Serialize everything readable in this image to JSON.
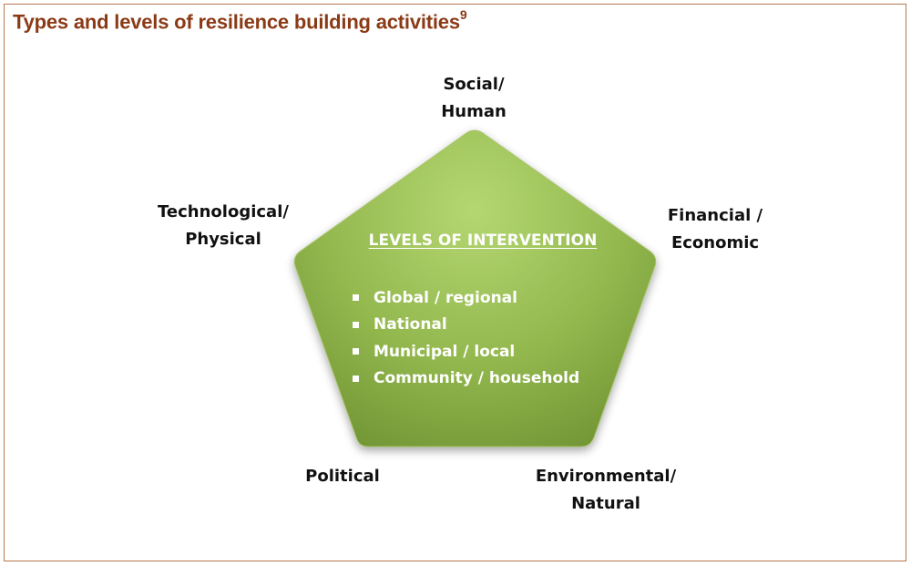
{
  "title": {
    "text": "Types and levels of resilience building activities",
    "superscript": "9"
  },
  "colors": {
    "title": "#8b3a16",
    "frame_border": "#b7794e",
    "pentagon_light": "#b5d772",
    "pentagon_dark": "#6f9333",
    "pentagon_edge": "#a9c56e",
    "inner_text": "#ffffff"
  },
  "pentagon": {
    "heading": "LEVELS OF INTERVENTION",
    "levels": [
      "Global / regional",
      "National",
      "Municipal / local",
      "Community / household"
    ]
  },
  "dimensions": {
    "social_human": {
      "line1": "Social/",
      "line2": "Human"
    },
    "financial_economic": {
      "line1": "Financial /",
      "line2": "Economic"
    },
    "environmental_natural": {
      "line1": "Environmental/",
      "line2": "Natural"
    },
    "political": {
      "line1": "Political"
    },
    "technological_physical": {
      "line1": "Technological/",
      "line2": "Physical"
    }
  }
}
